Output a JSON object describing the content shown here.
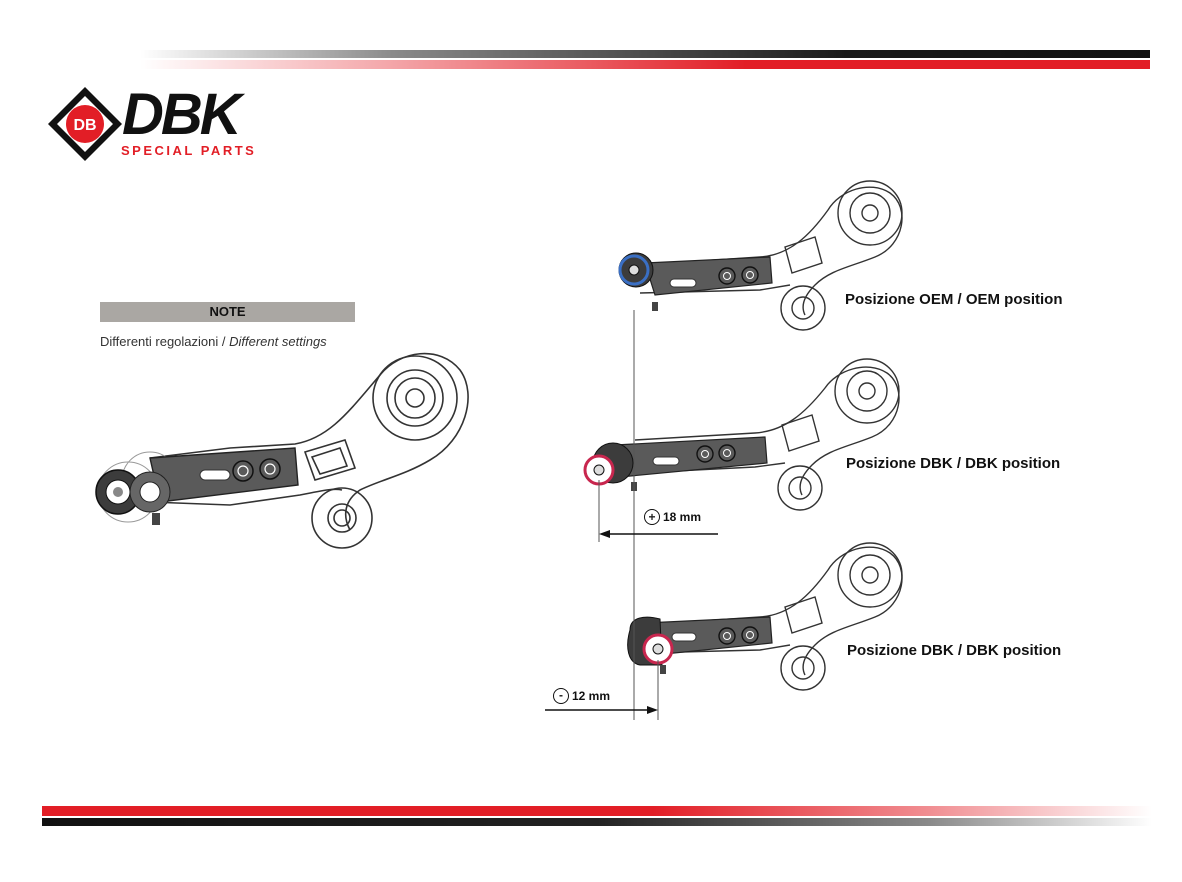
{
  "branding": {
    "logo_word": "DBK",
    "logo_sub": "SPECIAL PARTS",
    "logo_emblem": "DB",
    "brand_red": "#e21e26",
    "brand_black": "#111111"
  },
  "note": {
    "header": "NOTE",
    "text_it": "Differenti regolazioni /",
    "text_en": "Different settings"
  },
  "positions": [
    {
      "label": "Posizione OEM / OEM position",
      "marker_color": "#3a6fc4",
      "icon": "position-marker-blue"
    },
    {
      "label": "Posizione DBK / DBK position",
      "marker_color": "#c8264e",
      "icon": "position-marker-red"
    },
    {
      "label": "Posizione DBK / DBK position",
      "marker_color": "#c8264e",
      "icon": "position-marker-red"
    }
  ],
  "dimensions": {
    "plus": {
      "sign": "+",
      "value": "18 mm"
    },
    "minus": {
      "sign": "-",
      "value": "12 mm"
    }
  },
  "colors": {
    "part_gray": "#5a5a5a",
    "part_dark": "#3c3c3c",
    "outline": "#333333",
    "note_bar": "#aaa7a3"
  }
}
